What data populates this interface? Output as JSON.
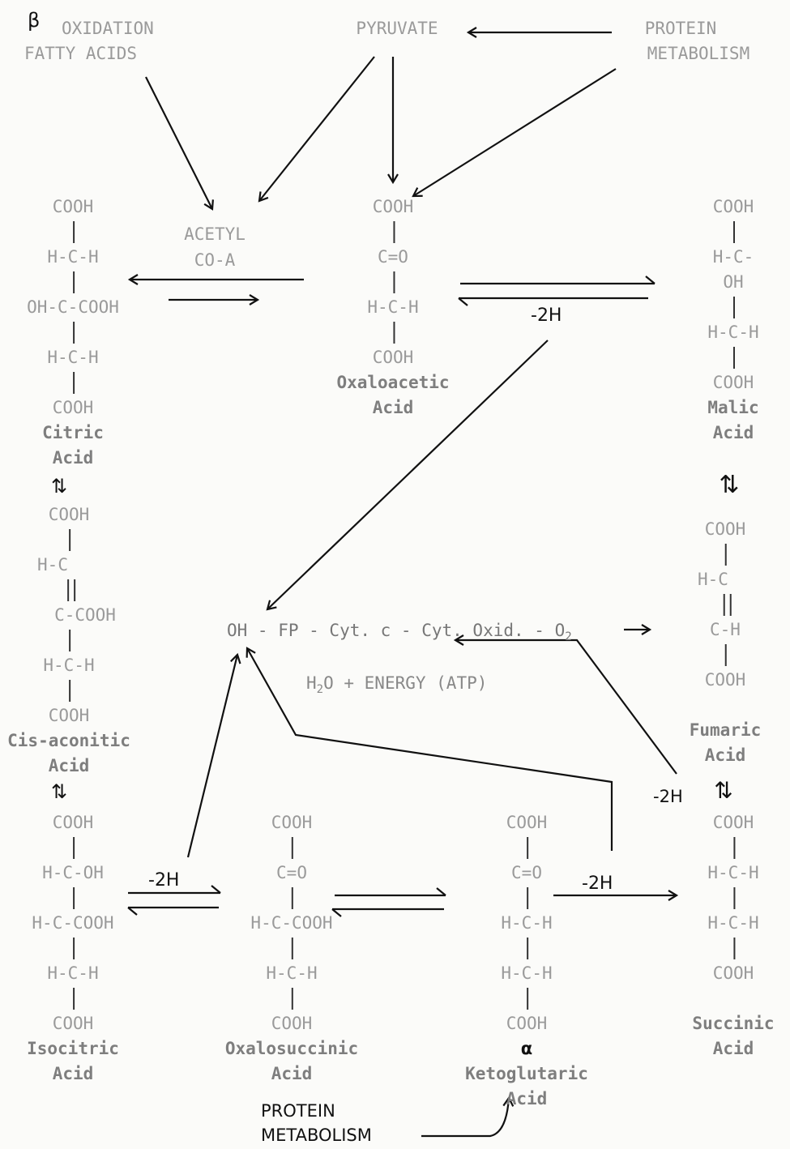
{
  "header": {
    "beta_symbol": "β",
    "beta_oxidation_line1": "OXIDATION",
    "beta_oxidation_line2": "FATTY ACIDS",
    "pyruvate": "PYRUVATE",
    "protein_metabolism_line1": "PROTEIN",
    "protein_metabolism_line2": "METABOLISM"
  },
  "acetyl_coa": {
    "line1": "ACETYL",
    "line2": "CO-A"
  },
  "molecules": {
    "citric": {
      "formula": [
        "COOH",
        "H-C-H",
        "OH-C-COOH",
        "H-C-H",
        "COOH"
      ],
      "name1": "Citric",
      "name2": "Acid"
    },
    "oxaloacetic": {
      "formula": [
        "COOH",
        "C=O",
        "H-C-H",
        "COOH"
      ],
      "name1": "Oxaloacetic",
      "name2": "Acid"
    },
    "malic": {
      "formula": [
        "COOH",
        "H-C-OH",
        "H-C-H",
        "COOH"
      ],
      "name1": "Malic",
      "name2": "Acid"
    },
    "cis_aconitic": {
      "formula": [
        "COOH",
        "H-C",
        "C-COOH",
        "H-C-H",
        "COOH"
      ],
      "name1": "Cis-aconitic",
      "name2": "Acid"
    },
    "fumaric": {
      "formula": [
        "COOH",
        "H-C",
        "C-H",
        "COOH"
      ],
      "name1": "Fumaric",
      "name2": "Acid"
    },
    "isocitric": {
      "formula": [
        "COOH",
        "H-C-OH",
        "H-C-COOH",
        "H-C-H",
        "COOH"
      ],
      "name1": "Isocitric",
      "name2": "Acid"
    },
    "oxalosuccinic": {
      "formula": [
        "COOH",
        "C=O",
        "H-C-COOH",
        "H-C-H",
        "COOH"
      ],
      "name1": "Oxalosuccinic",
      "name2": "Acid"
    },
    "ketoglutaric": {
      "formula": [
        "COOH",
        "C=O",
        "H-C-H",
        "H-C-H",
        "COOH"
      ],
      "alpha": "α",
      "name1": "Ketoglutaric",
      "name2": "Acid"
    },
    "succinic": {
      "formula": [
        "COOH",
        "H-C-H",
        "H-C-H",
        "COOH"
      ],
      "name1": "Succinic",
      "name2": "Acid"
    }
  },
  "electron_chain": {
    "line": "OH - FP - Cyt. c - Cyt. Oxid. - O",
    "o2_sub": "2",
    "water_line_pre": "H",
    "water_sub": "2",
    "water_line_post": "O + ENERGY (ATP)"
  },
  "labels": {
    "minus_2h": "-2H",
    "equilibrium": "⇅",
    "protein_bottom_line1": "PROTEIN",
    "protein_bottom_line2": "METABOLISM"
  }
}
